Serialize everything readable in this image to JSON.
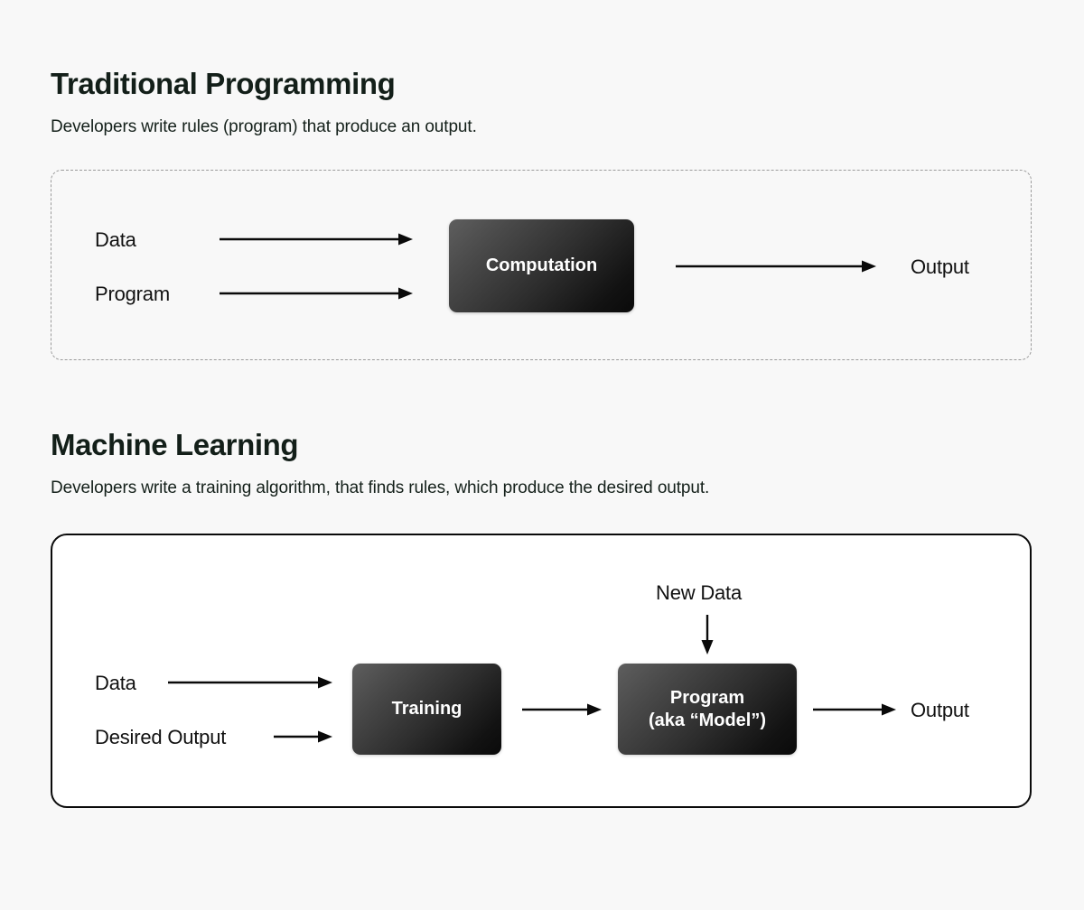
{
  "page": {
    "background_color": "#F8F8F8",
    "text_color": "#111111",
    "node_gradient_from": "#5E5E5E",
    "node_gradient_to": "#0A0A0A"
  },
  "sections": [
    {
      "id": "traditional-programming",
      "title": "Traditional Programming",
      "subtitle": "Developers write rules (program) that produce an output.",
      "container_border": "dashed",
      "inputs": [
        {
          "label": "Data"
        },
        {
          "label": "Program"
        }
      ],
      "nodes": [
        {
          "id": "computation",
          "label": "Computation"
        }
      ],
      "outputs": [
        {
          "label": "Output"
        }
      ]
    },
    {
      "id": "machine-learning",
      "title": "Machine Learning",
      "subtitle": "Developers write a training algorithm, that finds rules, which produce the desired output.",
      "container_border": "solid",
      "inputs": [
        {
          "label": "Data"
        },
        {
          "label": "Desired Output"
        }
      ],
      "top_input": {
        "label": "New Data"
      },
      "nodes": [
        {
          "id": "training",
          "label": "Training"
        },
        {
          "id": "program-model",
          "label_line1": "Program",
          "label_line2": "(aka “Model”)"
        }
      ],
      "outputs": [
        {
          "label": "Output"
        }
      ]
    }
  ]
}
